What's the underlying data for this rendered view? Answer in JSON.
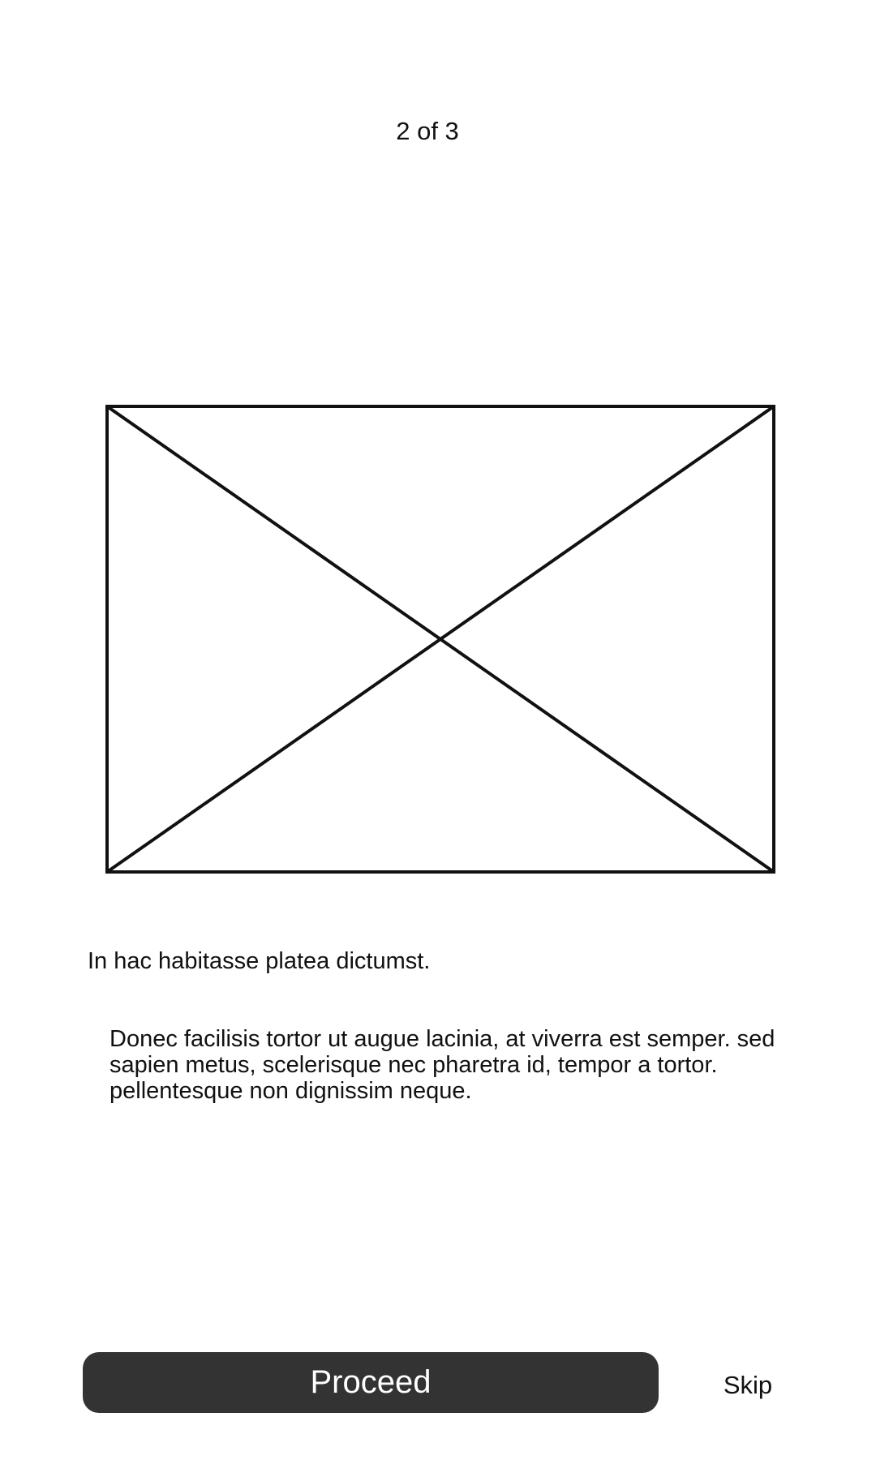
{
  "pager": {
    "label": "2 of 3"
  },
  "media": {
    "icon": "image-placeholder-icon"
  },
  "content": {
    "headline": "In hac habitasse platea dictumst.",
    "body": "Donec facilisis tortor ut augue lacinia, at viverra est semper. sed sapien metus, scelerisque nec pharetra id, tempor a tortor. pellentesque non dignissim neque."
  },
  "actions": {
    "proceed_label": "Proceed",
    "skip_label": "Skip"
  },
  "colors": {
    "button_background": "#333333",
    "button_text": "#ffffff",
    "text": "#111111",
    "background": "#ffffff"
  }
}
